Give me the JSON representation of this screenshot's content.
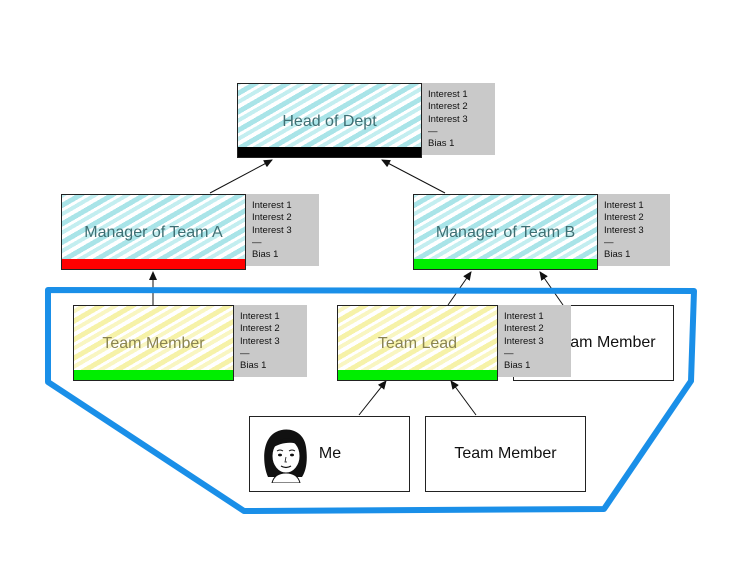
{
  "nodes": {
    "head": {
      "label": "Head of Dept",
      "bar_color": "#000000",
      "notes": [
        "Interest 1",
        "Interest 2",
        "Interest 3",
        "—",
        "Bias 1"
      ]
    },
    "manager_a": {
      "label": "Manager of Team A",
      "bar_color": "#ff0000",
      "notes": [
        "Interest 1",
        "Interest 2",
        "Interest 3",
        "—",
        "Bias 1"
      ]
    },
    "manager_b": {
      "label": "Manager of Team B",
      "bar_color": "#00ee00",
      "notes": [
        "Interest 1",
        "Interest 2",
        "Interest 3",
        "—",
        "Bias 1"
      ]
    },
    "team_member_a": {
      "label": "Team Member",
      "bar_color": "#00ee00",
      "notes": [
        "Interest 1",
        "Interest 2",
        "Interest 3",
        "—",
        "Bias 1"
      ]
    },
    "team_lead": {
      "label": "Team Lead",
      "bar_color": "#00ee00",
      "notes": [
        "Interest 1",
        "Interest 2",
        "Interest 3",
        "—",
        "Bias 1"
      ]
    },
    "team_member_b": {
      "label": "Team Member"
    },
    "me": {
      "label": "Me"
    },
    "team_member_c": {
      "label": "Team Member"
    }
  },
  "colors": {
    "highlight_outline": "#1a8fe8",
    "note_background": "#c9c9c9",
    "arrow": "#111111"
  }
}
